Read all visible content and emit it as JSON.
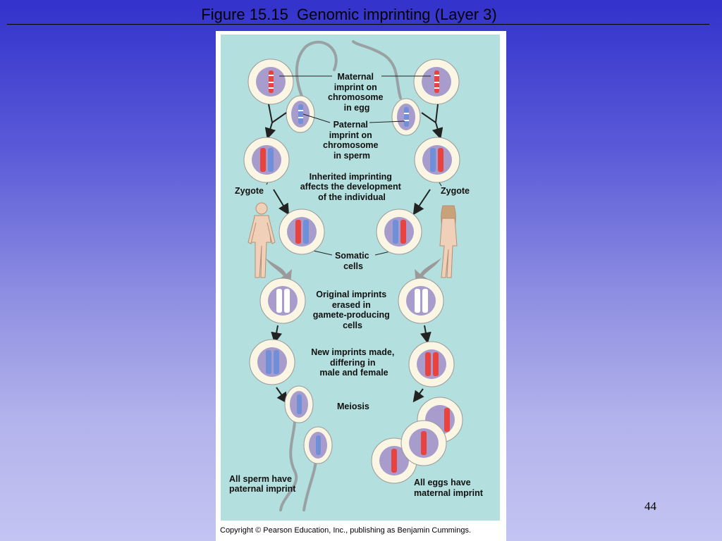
{
  "slide": {
    "title": "Figure 15.15  Genomic imprinting (Layer 3)",
    "page_number": "44"
  },
  "figure": {
    "copyright": "Copyright © Pearson Education, Inc., publishing as Benjamin Cummings.",
    "labels": {
      "maternal_imprint": [
        "Maternal",
        "imprint on",
        "chromosome",
        "in egg"
      ],
      "paternal_imprint": [
        "Paternal",
        "imprint on",
        "chromosome",
        "in sperm"
      ],
      "inherited": [
        "Inherited imprinting",
        "affects the development",
        "of the individual"
      ],
      "zygote_left": "Zygote",
      "zygote_right": "Zygote",
      "somatic": [
        "Somatic",
        "cells"
      ],
      "erased": [
        "Original imprints",
        "erased in",
        "gamete-producing",
        "cells"
      ],
      "new_imprints": [
        "New imprints made,",
        "differing in",
        "male and female"
      ],
      "meiosis": "Meiosis",
      "all_sperm": [
        "All sperm have",
        "paternal imprint"
      ],
      "all_eggs": [
        "All eggs have",
        "maternal imprint"
      ]
    },
    "colors": {
      "background": "#b3e0de",
      "cell_outer": "#fbf6e4",
      "nucleus": "#a79ccc",
      "maternal_red": "#e8433f",
      "paternal_blue": "#6f8fd8",
      "arrow": "#222222"
    },
    "icons": [
      "sperm-icon",
      "egg-cell-icon",
      "zygote-icon",
      "male-figure-icon",
      "female-figure-icon",
      "chromosome-icon",
      "arrow-icon"
    ]
  }
}
